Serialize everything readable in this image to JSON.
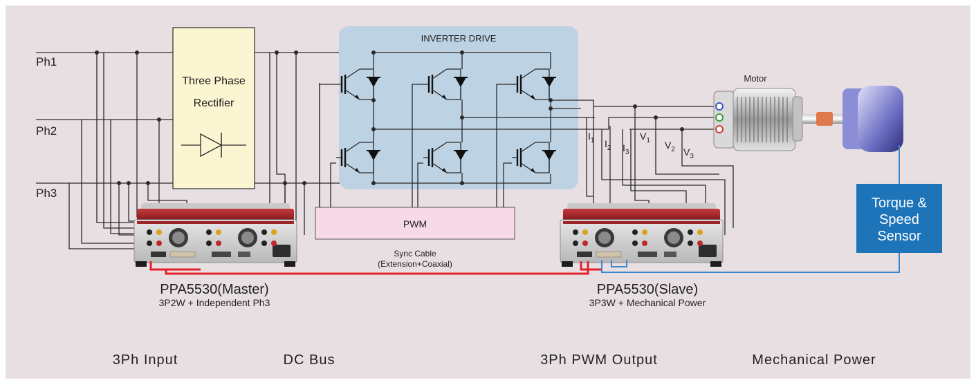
{
  "diagram": {
    "phases": [
      "Ph1",
      "Ph2",
      "Ph3"
    ],
    "rectifier": {
      "line1": "Three Phase",
      "line2": "Rectifier"
    },
    "inverter": {
      "title": "INVERTER DRIVE"
    },
    "pwm": {
      "label": "PWM"
    },
    "motor": {
      "label": "Motor"
    },
    "sensor": {
      "line1": "Torque &",
      "line2": "Speed",
      "line3": "Sensor"
    },
    "sync_cable": {
      "line1": "Sync Cable",
      "line2": "(Extension+Coaxial)"
    },
    "master": {
      "name": "PPA5530(Master)",
      "config": "3P2W + Independent Ph3"
    },
    "slave": {
      "name": "PPA5530(Slave)",
      "config": "3P3W + Mechanical Power"
    },
    "channels": {
      "i1": {
        "base": "I",
        "sub": "1"
      },
      "i2": {
        "base": "I",
        "sub": "2"
      },
      "i3": {
        "base": "I",
        "sub": "3"
      },
      "v1": {
        "base": "V",
        "sub": "1"
      },
      "v2": {
        "base": "V",
        "sub": "2"
      },
      "v3": {
        "base": "V",
        "sub": "3"
      }
    },
    "sections": {
      "input": "3Ph Input",
      "dc_bus": "DC Bus",
      "pwm_output": "3Ph PWM Output",
      "mechanical": "Mechanical Power"
    },
    "colors": {
      "background": "#e8dfe2",
      "inverter_fill": "#bdd2e2",
      "rectifier_fill": "#fbf5d2",
      "pwm_fill": "#f7d9e8",
      "sensor_fill": "#1e74b9",
      "sync_cable": "#e3202a",
      "sensor_cable": "#3b87cd",
      "instrument_body": "#a52a2e"
    }
  }
}
